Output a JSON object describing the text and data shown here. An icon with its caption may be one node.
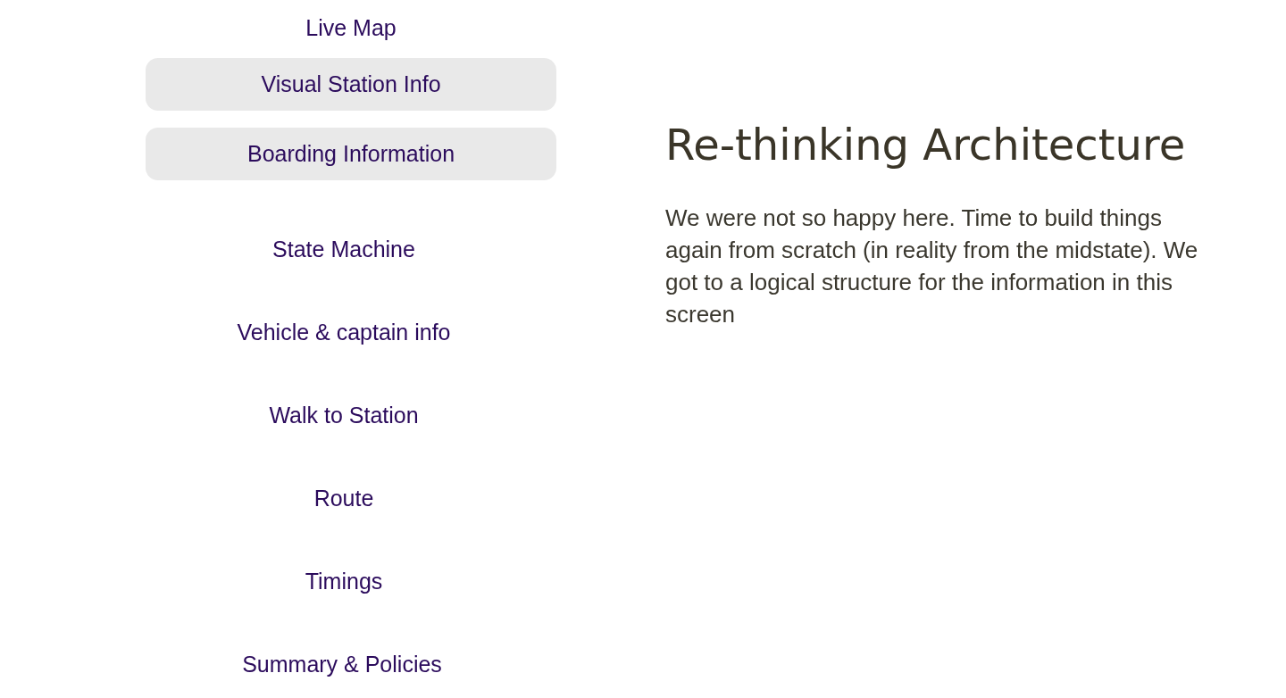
{
  "diagram": {
    "title": "Re-thinking Architecture",
    "nodes": [
      {
        "text": [
          "Visual Station Info"
        ]
      },
      {
        "text": [
          "Boarding Information"
        ]
      }
    ],
    "labels": [
      "Live Map",
      "State Machine",
      "Vehicle & captain info",
      "Walk to Station",
      "Route",
      "Timings",
      "Summary & Policies",
      "We were not so happy here. Time to build things again from scratch (in reality from the midstate). We got to a logical structure for the information in this screen"
    ]
  }
}
